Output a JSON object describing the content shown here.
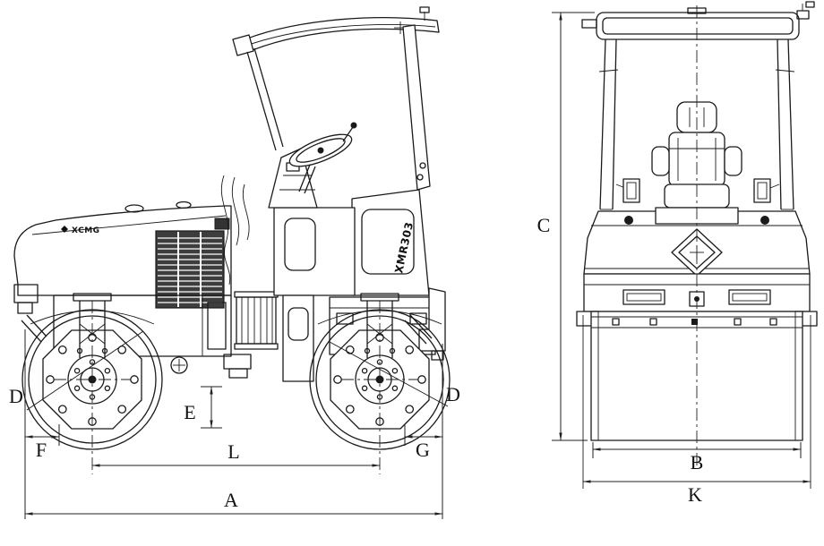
{
  "machine": {
    "brand": "XCMG",
    "model": "XMR303"
  },
  "colors": {
    "ink": "#1a1a1a",
    "background": "#ffffff",
    "grille_fill": "#3d3d3d"
  },
  "dims": {
    "A": "A",
    "B": "B",
    "C": "C",
    "D": "D",
    "E": "E",
    "F": "F",
    "G": "G",
    "K": "K",
    "L": "L"
  }
}
